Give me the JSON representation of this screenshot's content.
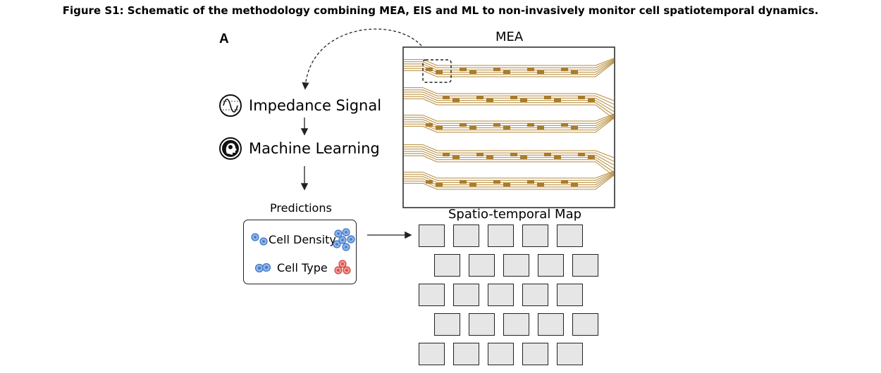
{
  "caption": "Figure S1: Schematic of the methodology combining MEA, EIS and ML to non-invasively monitor cell spatiotemporal dynamics.",
  "panel_label": "A",
  "steps": {
    "impedance": "Impedance Signal",
    "ml": "Machine Learning"
  },
  "predictions": {
    "title": "Predictions",
    "items": [
      "Cell Density",
      "Cell Type"
    ]
  },
  "mea": {
    "title": "MEA"
  },
  "map": {
    "title": "Spatio-temporal Map"
  },
  "colors": {
    "trace": "#b58a3a",
    "pad": "#a87c2c",
    "cell_fill": "#e6e6e6",
    "blue_cell": "#3f78c8",
    "red_cell": "#d0453f"
  },
  "icons": [
    "sine-wave-icon",
    "brain-head-icon",
    "blue-cell-icon",
    "red-cell-icon"
  ]
}
